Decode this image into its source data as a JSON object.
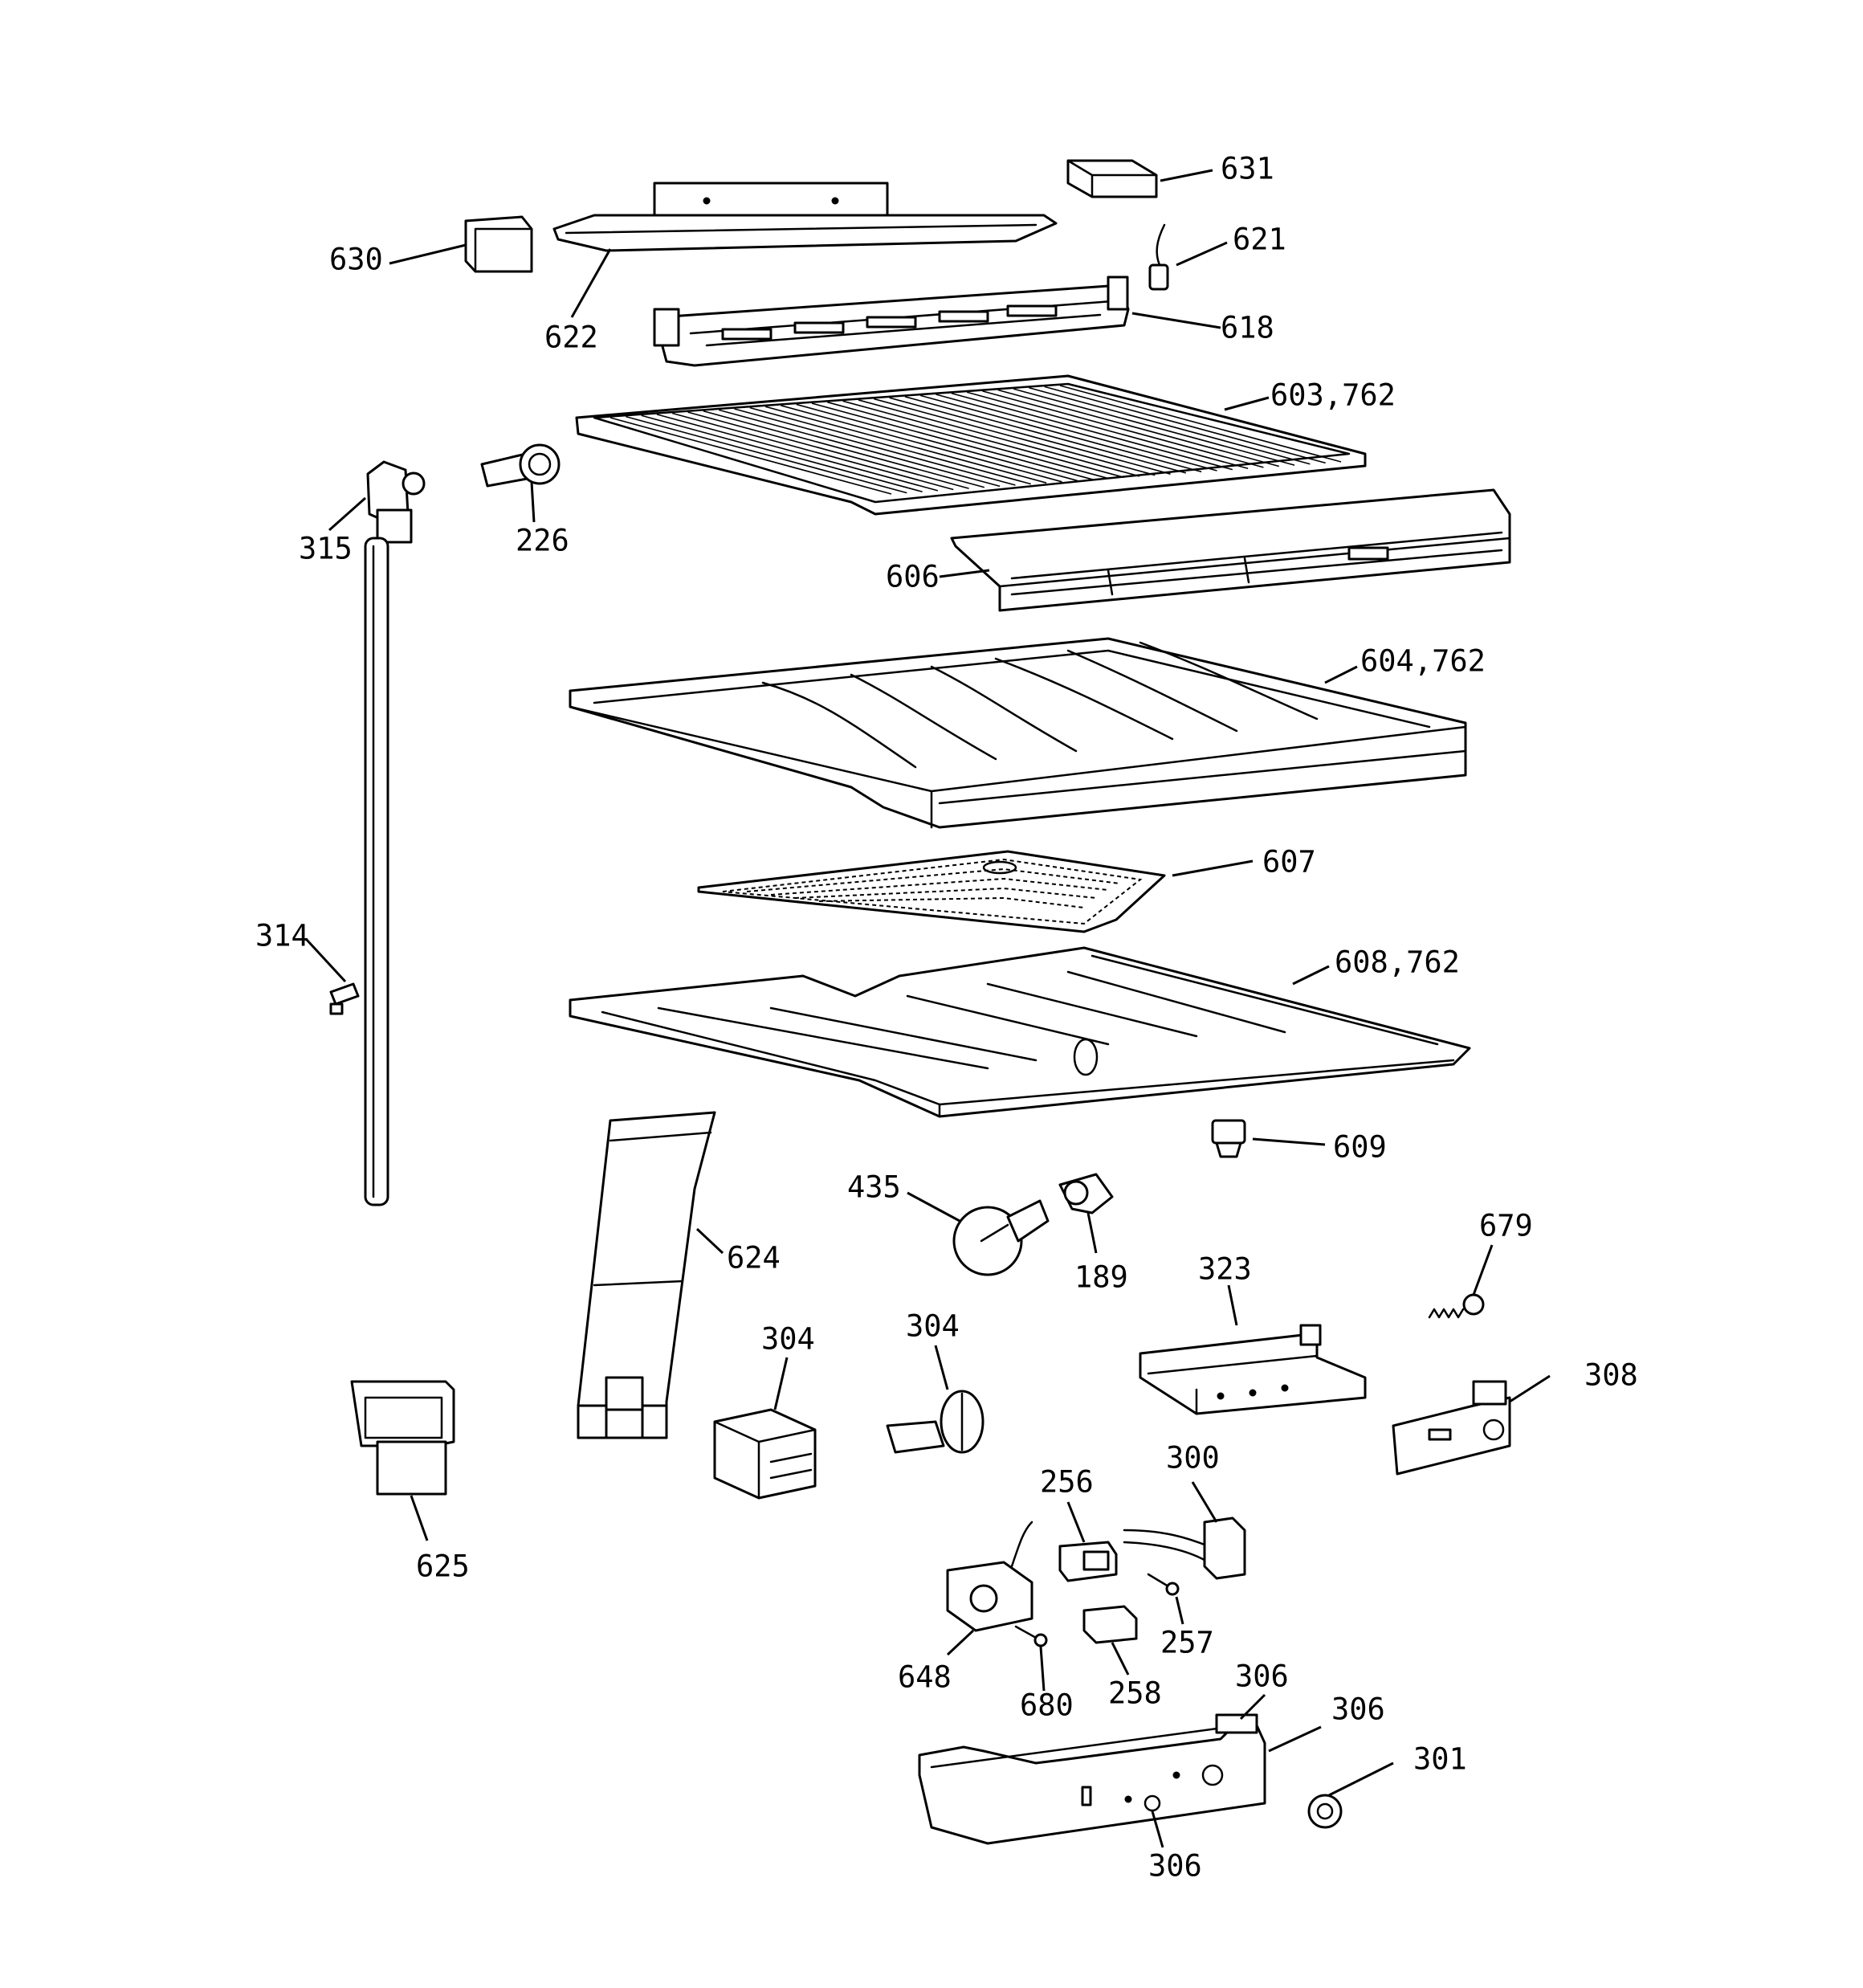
{
  "diagram": {
    "callouts": [
      {
        "id": "c631",
        "label": "631"
      },
      {
        "id": "c630",
        "label": "630"
      },
      {
        "id": "c621",
        "label": "621"
      },
      {
        "id": "c622",
        "label": "622"
      },
      {
        "id": "c618",
        "label": "618"
      },
      {
        "id": "c603",
        "label": "603,762"
      },
      {
        "id": "c315",
        "label": "315"
      },
      {
        "id": "c226",
        "label": "226"
      },
      {
        "id": "c606",
        "label": "606"
      },
      {
        "id": "c604",
        "label": "604,762"
      },
      {
        "id": "c607",
        "label": "607"
      },
      {
        "id": "c314",
        "label": "314"
      },
      {
        "id": "c608",
        "label": "608,762"
      },
      {
        "id": "c609",
        "label": "609"
      },
      {
        "id": "c435",
        "label": "435"
      },
      {
        "id": "c189",
        "label": "189"
      },
      {
        "id": "c624",
        "label": "624"
      },
      {
        "id": "c679",
        "label": "679"
      },
      {
        "id": "c323",
        "label": "323"
      },
      {
        "id": "c304a",
        "label": "304"
      },
      {
        "id": "c304b",
        "label": "304"
      },
      {
        "id": "c308",
        "label": "308"
      },
      {
        "id": "c625",
        "label": "625"
      },
      {
        "id": "c256",
        "label": "256"
      },
      {
        "id": "c300",
        "label": "300"
      },
      {
        "id": "c257",
        "label": "257"
      },
      {
        "id": "c648",
        "label": "648"
      },
      {
        "id": "c680",
        "label": "680"
      },
      {
        "id": "c258",
        "label": "258"
      },
      {
        "id": "c306a",
        "label": "306"
      },
      {
        "id": "c306b",
        "label": "306"
      },
      {
        "id": "c301",
        "label": "301"
      },
      {
        "id": "c306c",
        "label": "306"
      }
    ]
  }
}
